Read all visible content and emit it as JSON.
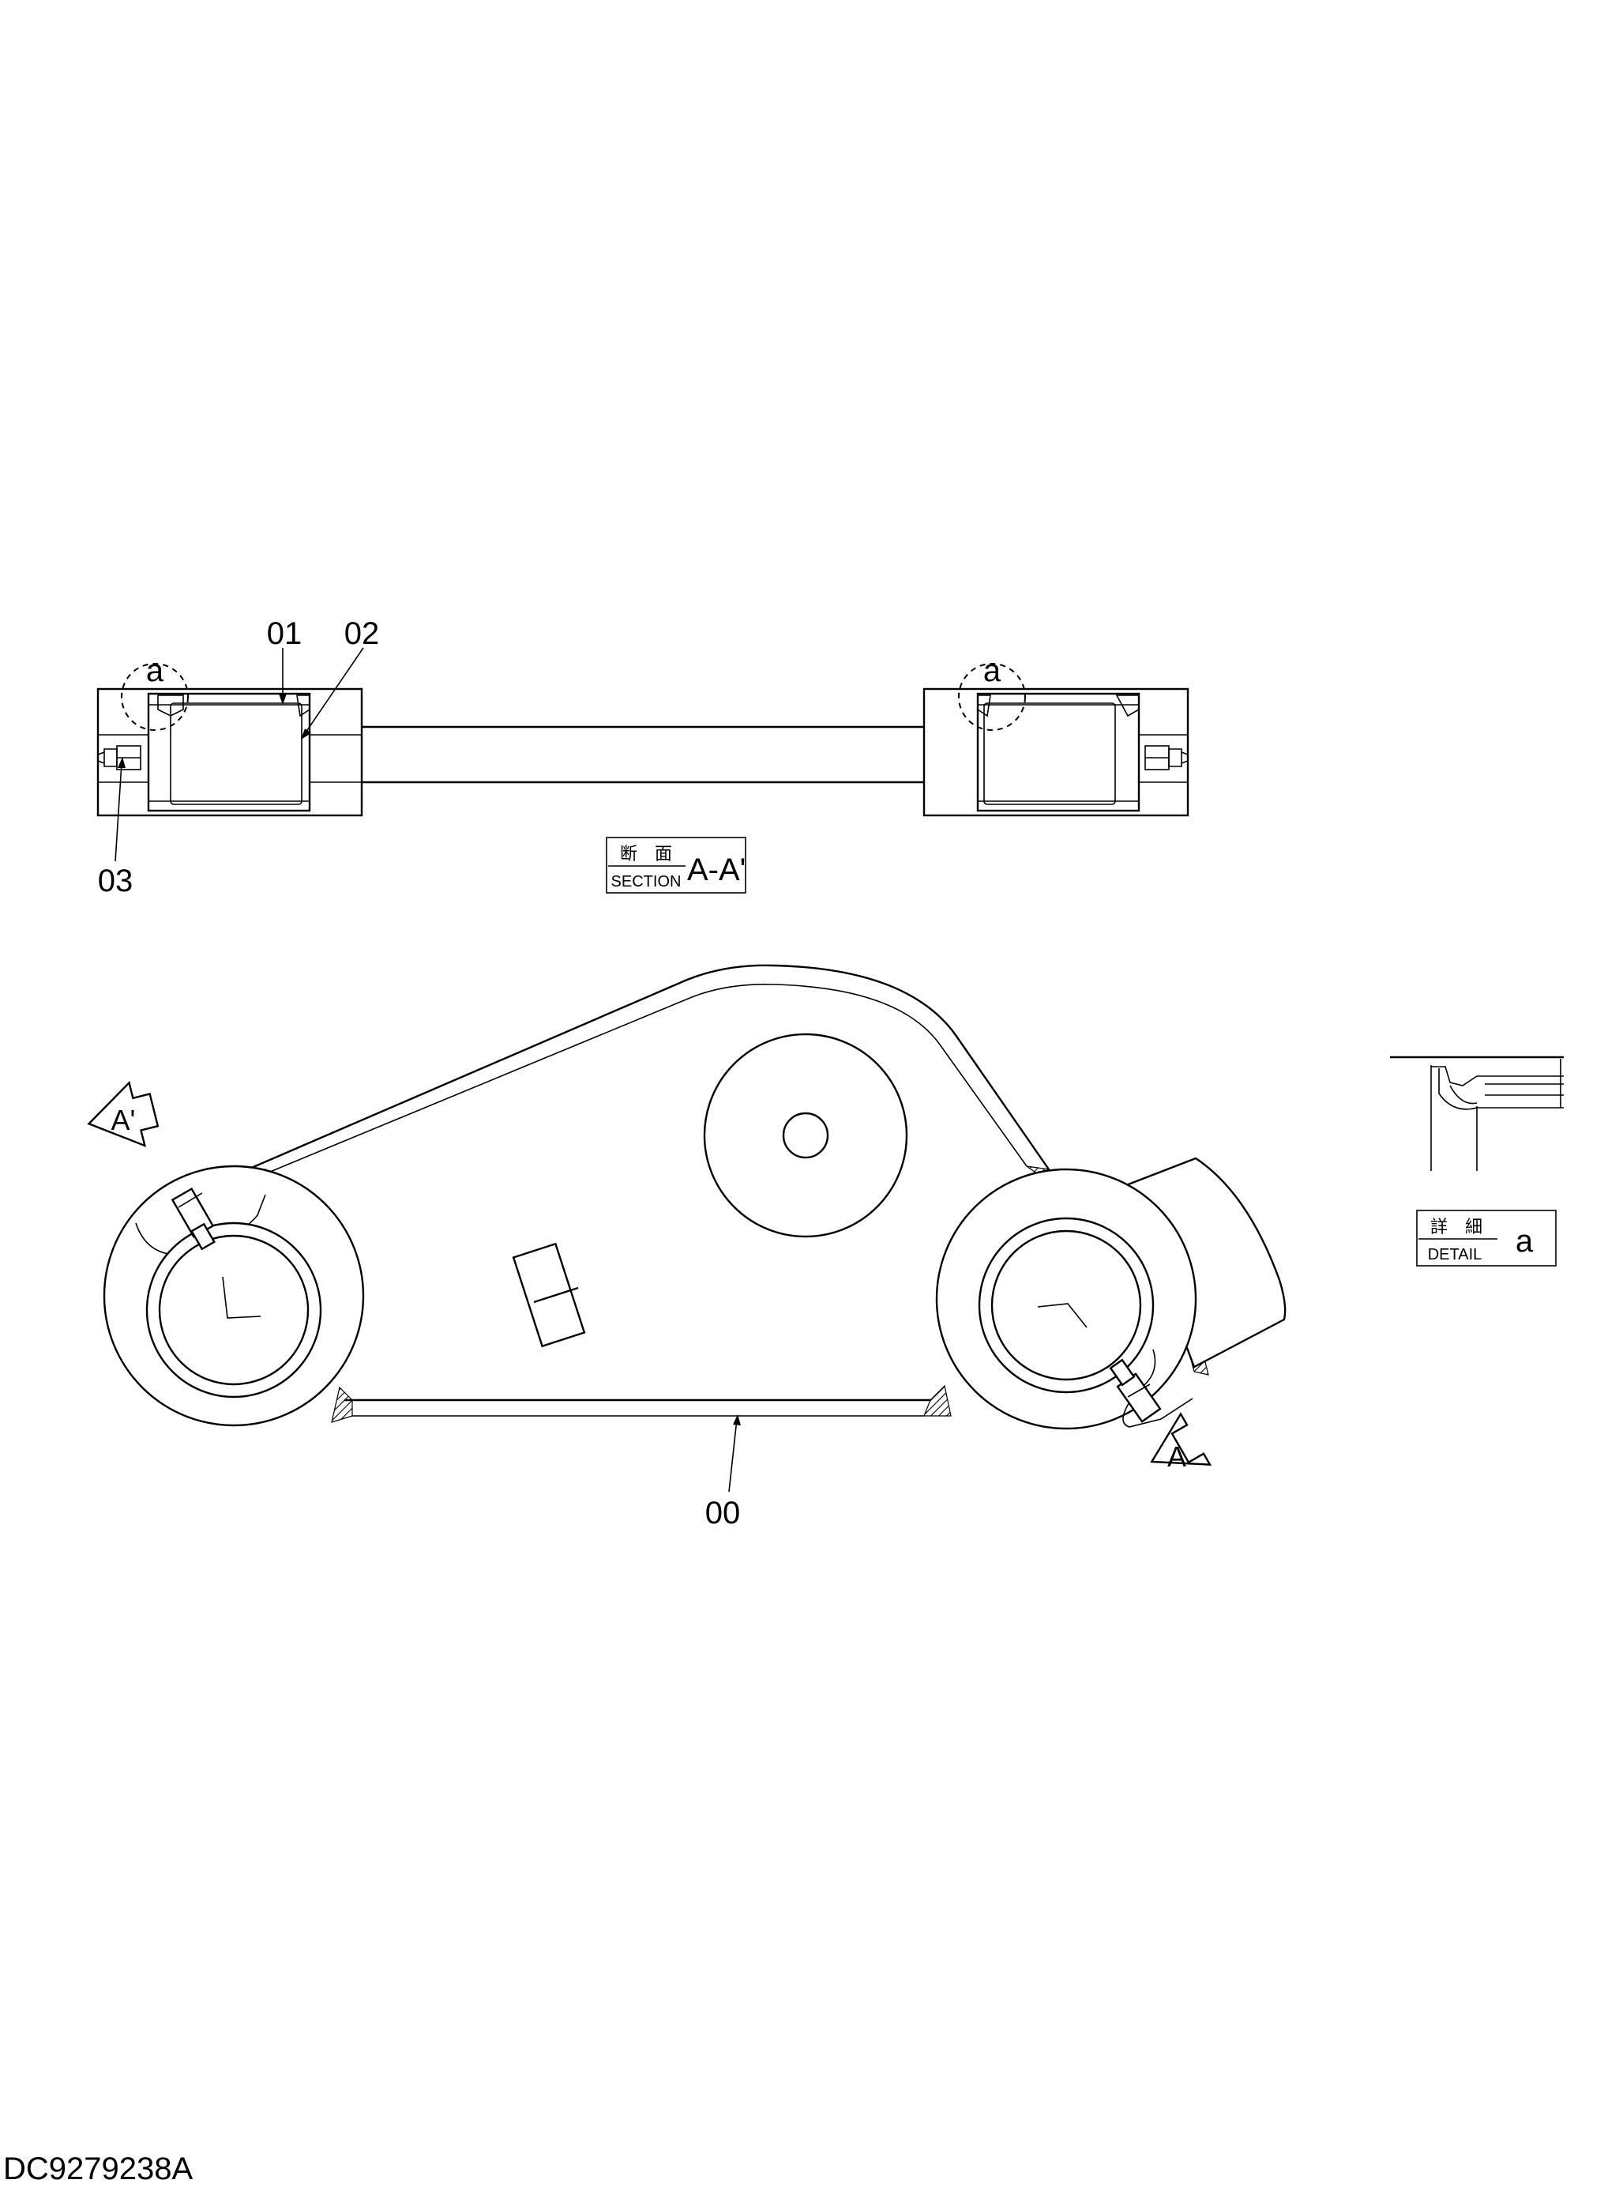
{
  "parts": {
    "p00": "00",
    "p01": "01",
    "p02": "02",
    "p03": "03"
  },
  "detail_markers": {
    "left": "a",
    "right": "a"
  },
  "section_box": {
    "jp": "断　面",
    "en": "SECTION",
    "id": "A-A'"
  },
  "detail_box": {
    "jp": "詳　細",
    "en": "DETAIL",
    "id": "a"
  },
  "arrows": {
    "left": "A'",
    "right": "A"
  },
  "drawing_number": "DC9279238A"
}
